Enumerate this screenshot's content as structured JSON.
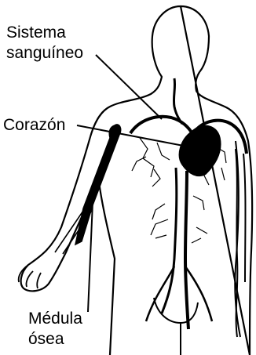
{
  "labels": {
    "sistema_line1": "Sistema",
    "sistema_line2": "sanguíneo",
    "corazon": "Corazón",
    "medula_line1": "Médula",
    "medula_line2": "ósea"
  },
  "icons": [
    "human-torso-outline",
    "heart-shape",
    "blood-vessel-tree",
    "arm-bone-marrow"
  ],
  "colors": {
    "ink": "#000000",
    "background": "#ffffff"
  }
}
